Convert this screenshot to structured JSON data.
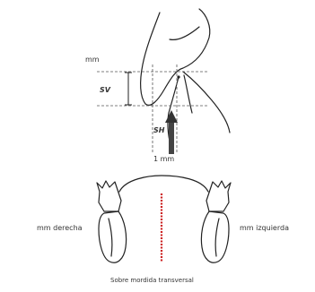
{
  "labels": {
    "mm_top": "mm",
    "sv": "SV",
    "sh": "SH",
    "one_mm": "1 mm",
    "mm_right": "mm derecha",
    "mm_left": "mm izquierda",
    "caption": "Sobre mordida transversal"
  },
  "colors": {
    "line": "#222222",
    "dashed": "#555555",
    "midline": "#cc2222"
  }
}
